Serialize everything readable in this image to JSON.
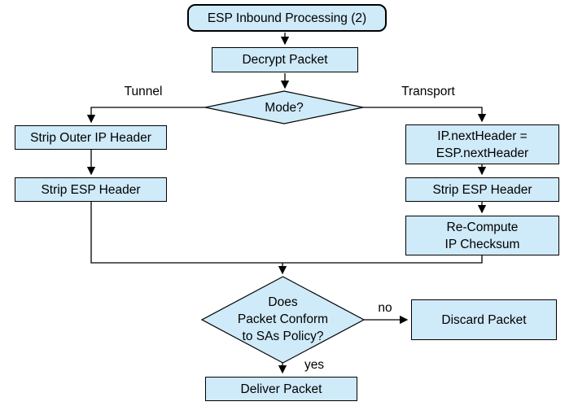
{
  "diagram": {
    "title": "ESP Inbound Processing (2)",
    "colors": {
      "node_fill": "#cfeaf8",
      "node_border": "#000000",
      "line_color": "#000000",
      "background": "#ffffff"
    },
    "nodes": {
      "start": "ESP Inbound Processing (2)",
      "decrypt": "Decrypt Packet",
      "mode_decision": "Mode?",
      "strip_outer_ip": "Strip Outer IP Header",
      "strip_esp_left": "Strip ESP Header",
      "ip_next_header": "IP.nextHeader =\nESP.nextHeader",
      "strip_esp_right": "Strip ESP Header",
      "recompute_checksum": "Re-Compute\nIP Checksum",
      "policy_decision": "Does\nPacket Conform\nto SAs Policy?",
      "discard": "Discard Packet",
      "deliver": "Deliver Packet"
    },
    "edge_labels": {
      "tunnel": "Tunnel",
      "transport": "Transport",
      "no": "no",
      "yes": "yes"
    }
  }
}
